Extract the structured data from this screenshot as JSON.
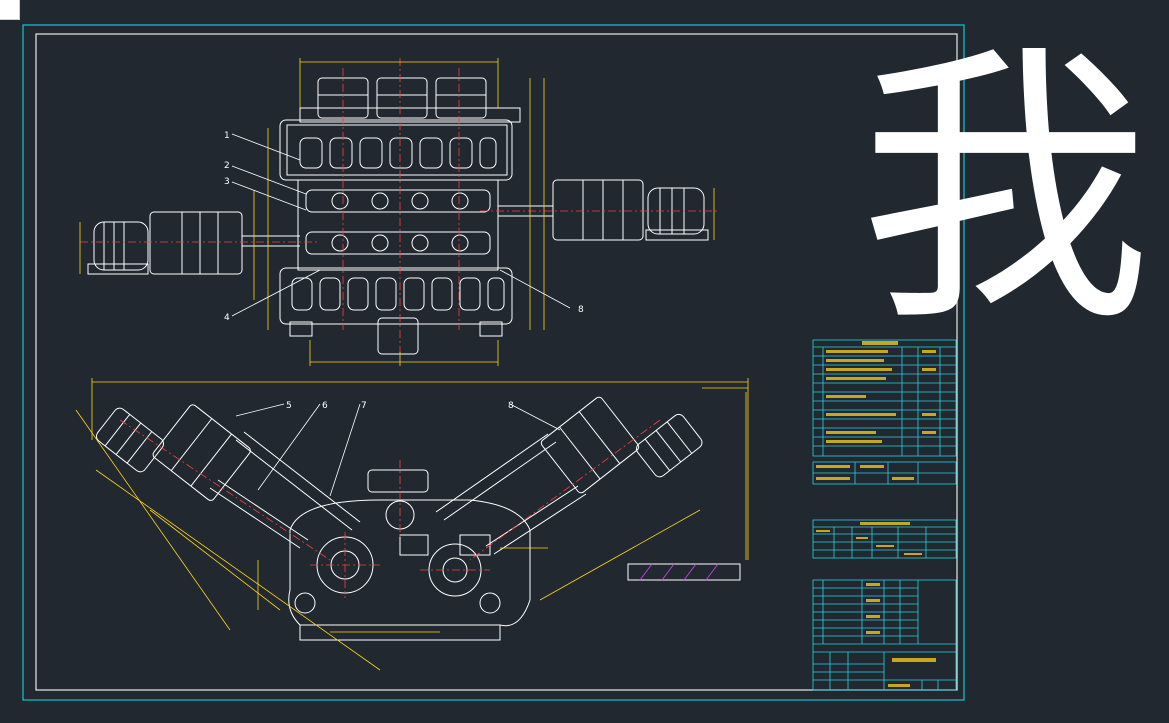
{
  "drawing": {
    "part_labels_top": [
      "1",
      "2",
      "3",
      "4",
      "8"
    ],
    "part_labels_bottom": [
      "5",
      "6",
      "7",
      "8"
    ],
    "overlay_character": "我"
  },
  "colors": {
    "background": "#212830",
    "frame_outer": "#18c4cf",
    "frame_inner": "#e8e8e8",
    "geometry": "#ffffff",
    "centerline": "#ff3b3b",
    "dimension": "#ffd21a",
    "table_lines": "#22d3e0",
    "hatch": "#c23cd6"
  },
  "icons": [
    "motor-icon",
    "gearbox-icon",
    "roll-stand-icon",
    "universal-shaft-icon"
  ]
}
